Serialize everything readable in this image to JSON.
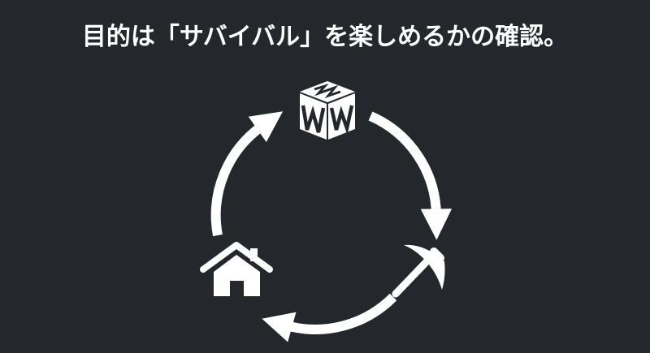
{
  "slide": {
    "title": "目的は「サバイバル」を楽しめるかの確認。"
  },
  "cycle_diagram": {
    "nodes": [
      {
        "id": "block",
        "icon": "block-cube-icon"
      },
      {
        "id": "mine",
        "icon": "pickaxe-icon"
      },
      {
        "id": "home",
        "icon": "house-icon"
      }
    ],
    "edges": [
      {
        "from": "block",
        "to": "mine"
      },
      {
        "from": "mine",
        "to": "home"
      },
      {
        "from": "home",
        "to": "block"
      }
    ],
    "colors": {
      "background": "#24282d",
      "foreground": "#ffffff"
    }
  }
}
